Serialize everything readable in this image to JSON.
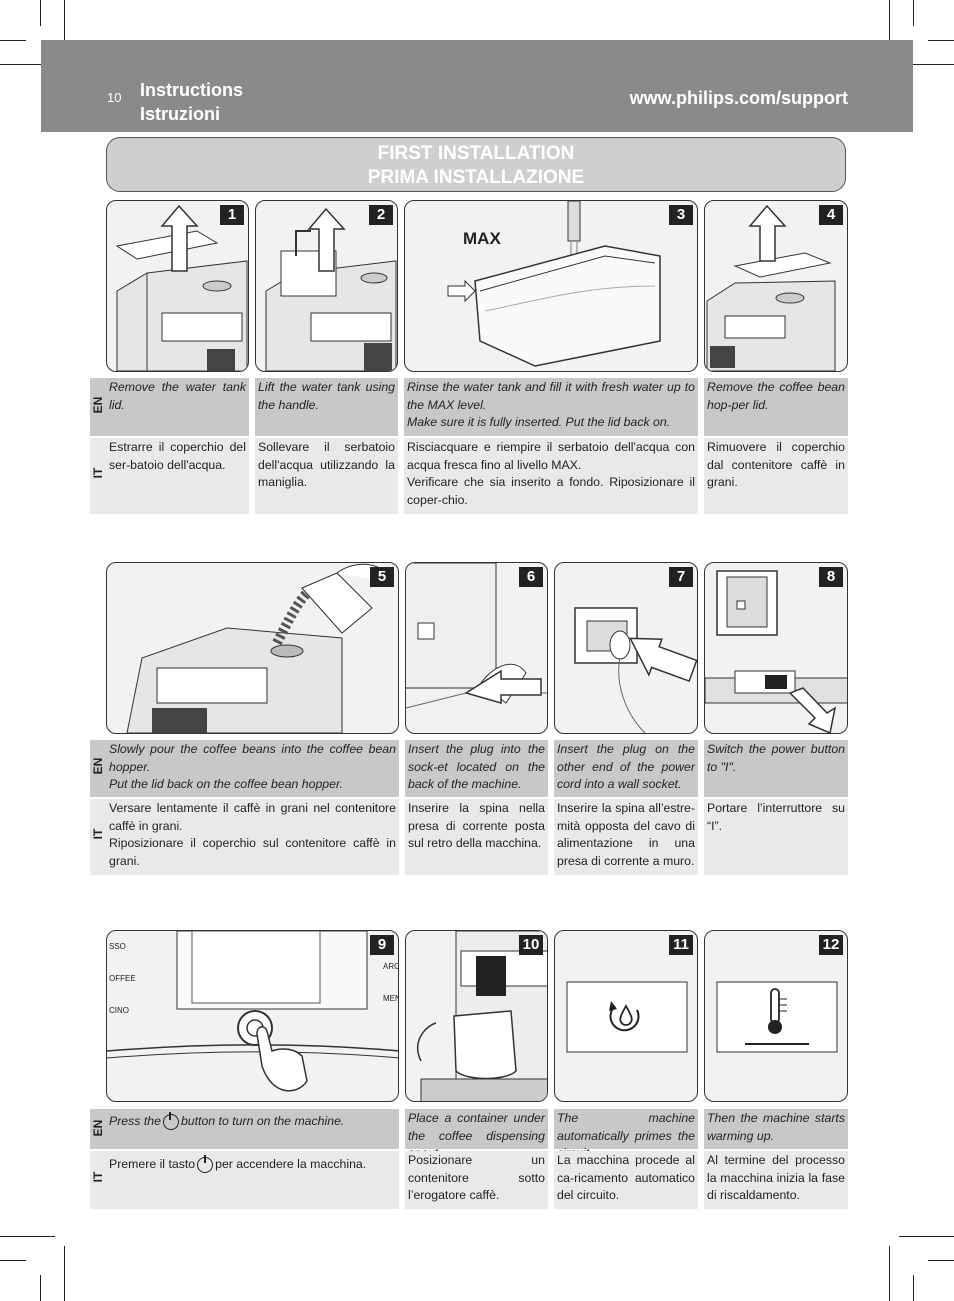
{
  "header": {
    "page_number": "10",
    "title_en": "Instructions",
    "title_it": "Istruzioni",
    "url": "www.philips.com/support"
  },
  "banner": {
    "line1": "FIRST INSTALLATION",
    "line2": "PRIMA INSTALLAZIONE"
  },
  "lang": {
    "en": "EN",
    "it": "IT"
  },
  "steps": [
    {
      "num": "1",
      "en": "Remove the water tank lid.",
      "it": "Estrarre il coperchio del ser-batoio dell'acqua."
    },
    {
      "num": "2",
      "en": "Lift the water tank using the handle.",
      "it": "Sollevare il serbatoio dell'acqua utilizzando la maniglia."
    },
    {
      "num": "3",
      "image_label": "MAX",
      "en": "Rinse the water tank and fill it with fresh water up to the MAX level.",
      "en2": "Make sure it is fully inserted. Put the lid back on.",
      "it": "Risciacquare e riempire il serbatoio dell'acqua con acqua fresca fino al livello MAX.",
      "it2": "Verificare che sia inserito a fondo. Riposizionare il coper-chio."
    },
    {
      "num": "4",
      "en": "Remove the coffee bean hop-per lid.",
      "it": "Rimuovere il coperchio dal contenitore caffè in grani."
    },
    {
      "num": "5",
      "en": "Slowly pour the coffee beans into the coffee bean hopper.",
      "en2": "Put the lid back on the coffee bean hopper.",
      "it": "Versare lentamente il caffè in grani nel contenitore caffè in grani.",
      "it2": "Riposizionare il coperchio sul contenitore caffè in grani."
    },
    {
      "num": "6",
      "en": "Insert the plug into the sock-et located on the back of the machine.",
      "it": "Inserire la spina nella presa di corrente posta sul retro della macchina."
    },
    {
      "num": "7",
      "en": "Insert the plug on the other end of the power cord into a wall socket.",
      "it": "Inserire la spina all’estre-mità opposta del cavo di alimentazione in una presa di corrente a muro."
    },
    {
      "num": "8",
      "en": "Switch the power button to \"I\".",
      "it": "Portare l’interruttore su “I”."
    },
    {
      "num": "9",
      "image_labels": [
        "SSO",
        "OFFEE",
        "CINO",
        "ARO",
        "MEN"
      ],
      "en_a": "Press the",
      "en_b": "button to turn on the machine.",
      "it_a": "Premere il tasto",
      "it_b": "per accendere la macchina."
    },
    {
      "num": "10",
      "en": "Place a container under the coffee dispensing spout.",
      "it": "Posizionare un contenitore sotto l’erogatore caffè."
    },
    {
      "num": "11",
      "en": "The machine automatically primes the circuit.",
      "it": "La macchina procede al ca-ricamento automatico del circuito."
    },
    {
      "num": "12",
      "en": "Then the machine starts warming up.",
      "it": "Al termine del processo la macchina inizia la fase di riscaldamento."
    }
  ]
}
